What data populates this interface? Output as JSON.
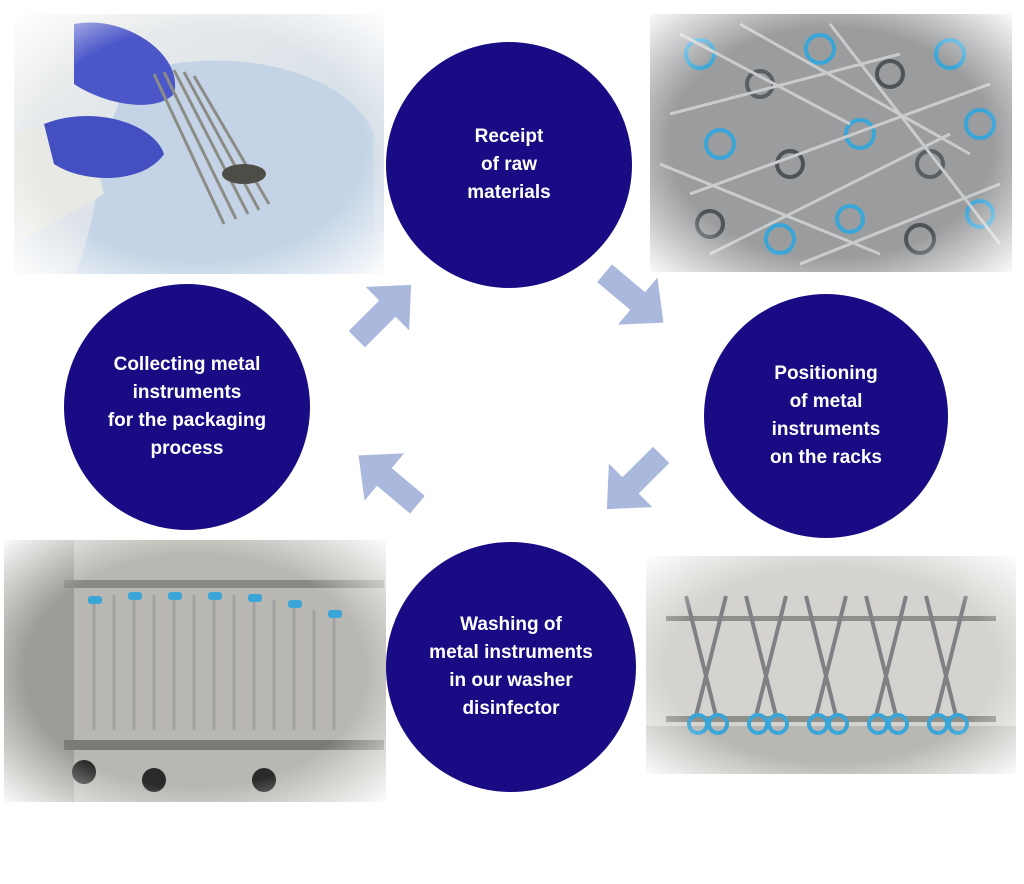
{
  "steps": [
    {
      "id": "receipt",
      "label": "Receipt\nof raw\nmaterials"
    },
    {
      "id": "positioning",
      "label": "Positioning\nof metal\ninstruments\non the racks"
    },
    {
      "id": "washing",
      "label": "Washing of\nmetal instruments\nin our washer\ndisinfector"
    },
    {
      "id": "collecting",
      "label": "Collecting metal\ninstruments\nfor the packaging\nprocess"
    }
  ],
  "colors": {
    "circle": "#180b83",
    "arrow": "#a9b8dc",
    "text": "#ffffff",
    "instrument_accent": "#3aa6d8"
  },
  "icons": {
    "arrow": "flow-arrow-icon"
  }
}
